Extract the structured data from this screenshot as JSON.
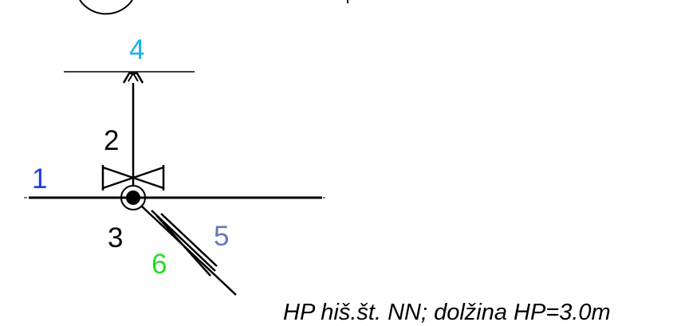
{
  "labels": {
    "main_line": "1",
    "valve": "2",
    "junction": "3",
    "end_line": "4",
    "pipe_blue": "5",
    "pipe_green": "6"
  },
  "caption": "HP hiš.št. NN; dolžina HP=3.0m",
  "colors": {
    "line": "#000000",
    "label_1": "#1a3fe0",
    "label_2": "#000000",
    "label_3": "#000000",
    "label_4": "#1cb0ec",
    "label_5": "#6677bb",
    "label_6": "#22dd22"
  }
}
